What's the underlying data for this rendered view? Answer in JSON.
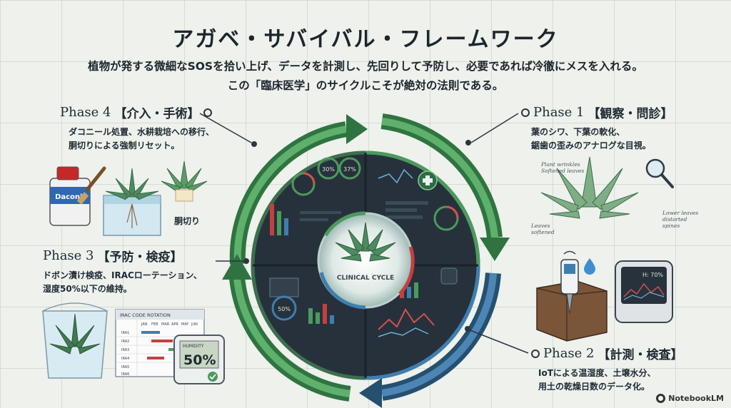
{
  "title": "アガベ・サバイバル・フレームワーク",
  "subtitle_line1": "植物が発する微細なSOSを拾い上げ、データを計測し、先回りして予防し、必要であれば冷徹にメスを入れる。",
  "subtitle_line2": "この「臨床医学」のサイクルこそが絶対の法則である。",
  "center_label": "CLINICAL CYCLE",
  "phases": {
    "p1": {
      "en": "Phase 1",
      "jp": "【観察・問診】",
      "desc1": "葉のシワ、下葉の軟化、",
      "desc2": "鋸歯の歪みのアナログな目視。"
    },
    "p2": {
      "en": "Phase 2",
      "jp": "【計測・検査】",
      "desc1": "IoTによる温湿度、土壌水分、",
      "desc2": "用土の乾燥日数のデータ化。"
    },
    "p3": {
      "en": "Phase 3",
      "jp": "【予防・検疫】",
      "desc1": "ドボン漬け検疫、IRACローテーション、",
      "desc2": "湿度50%以下の維持。"
    },
    "p4": {
      "en": "Phase 4",
      "jp": "【介入・手術】",
      "desc1": "ダコニール処置、水耕栽培への移行、",
      "desc2": "胴切りによる強制リセット。"
    }
  },
  "illustrations": {
    "daconil_label": "Daconil",
    "doukiri_label": "胴切り",
    "irac_title": "IRAC CODE ROTATION",
    "irac_months": [
      "JAN",
      "FEB",
      "MAR",
      "APR",
      "MAY",
      "JUN"
    ],
    "irac_rows": [
      "IRA1",
      "IRA2",
      "IRA3",
      "IRA4",
      "IRA5",
      "IRA6"
    ],
    "humidity_label": "HUMIDITY",
    "humidity_value": "50%",
    "sensor_value": "H: 70%",
    "panel_percents": [
      "30%",
      "37%",
      "50%"
    ],
    "note_top1": "Plant wrinkles",
    "note_top2": "Softened leaves",
    "note_left1": "Leaves",
    "note_left2": "softened",
    "note_right1": "Lower leaves",
    "note_right2": "distorted",
    "note_right3": "spines"
  },
  "brand": "NotebookLM",
  "colors": {
    "ring_green": "#3a8a4e",
    "ring_blue": "#2e5f86",
    "ring_dark": "#26303a",
    "panel_green": "#3d6f4f",
    "panel_red": "#c44040",
    "panel_blue": "#3e7fb0",
    "plant": "#4e8a60"
  }
}
